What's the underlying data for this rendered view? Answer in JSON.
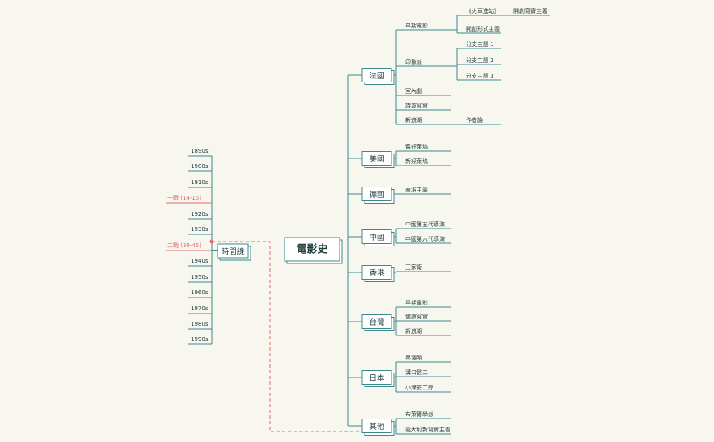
{
  "root": {
    "label": "電影史"
  },
  "timeline": {
    "label": "時間線",
    "items": [
      "1890s",
      "1900s",
      "1910s",
      "一戰 (14-15)",
      "1920s",
      "1930s",
      "二戰 (39-45)",
      "1940s",
      "1950s",
      "1960s",
      "1970s",
      "1980s",
      "1990s"
    ],
    "highlight_indices": [
      3,
      6
    ]
  },
  "branches": [
    {
      "label": "法國",
      "children": [
        {
          "label": "早期電影",
          "children": [
            {
              "label": "《火車進站》",
              "children": [
                {
                  "label": "開創寫實主義"
                }
              ]
            },
            {
              "label": "開創形式主義"
            }
          ]
        },
        {
          "label": "印象派",
          "children": [
            {
              "label": "分支主題 1"
            },
            {
              "label": "分支主題 2"
            },
            {
              "label": "分支主題 3"
            }
          ]
        },
        {
          "label": "室內劇"
        },
        {
          "label": "詩意寫實"
        },
        {
          "label": "新浪潮",
          "children": [
            {
              "label": "作者論"
            }
          ]
        }
      ]
    },
    {
      "label": "美國",
      "children": [
        {
          "label": "舊好萊塢"
        },
        {
          "label": "新好萊塢"
        }
      ]
    },
    {
      "label": "德國",
      "children": [
        {
          "label": "表現主義"
        }
      ]
    },
    {
      "label": "中國",
      "children": [
        {
          "label": "中國第五代導演"
        },
        {
          "label": "中國第六代導演"
        }
      ]
    },
    {
      "label": "香港",
      "children": [
        {
          "label": "王家衛"
        }
      ]
    },
    {
      "label": "台灣",
      "children": [
        {
          "label": "早期電影"
        },
        {
          "label": "健康寫實"
        },
        {
          "label": "新浪潮"
        }
      ]
    },
    {
      "label": "日本",
      "children": [
        {
          "label": "黑澤明"
        },
        {
          "label": "溝口健二"
        },
        {
          "label": "小津安二郎"
        }
      ]
    },
    {
      "label": "其他",
      "children": [
        {
          "label": "布萊爾學派"
        },
        {
          "label": "義大利新寫實主義"
        }
      ]
    }
  ],
  "colors": {
    "line": "#3d8a8b",
    "highlight": "#e46a6a",
    "background": "#f8f7ef"
  }
}
